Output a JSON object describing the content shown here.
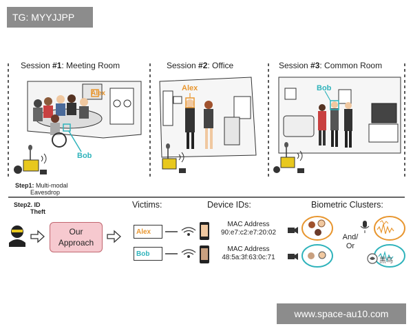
{
  "overlay_tag": "TG: MYYJJPP",
  "watermark": "www.space-au10.com",
  "sessions": [
    {
      "prefix": "Session ",
      "number": "#1",
      "suffix": ": Meeting Room"
    },
    {
      "prefix": "Session ",
      "number": "#2",
      "suffix": ": Office"
    },
    {
      "prefix": "Session ",
      "number": "#3",
      "suffix": ": Common Room"
    }
  ],
  "scene_labels": {
    "alex_1": "Alex",
    "bob_1": "Bob",
    "alex_2": "Alex",
    "bob_3": "Bob"
  },
  "step1": {
    "bold": "Step1:",
    "text1": "Multi-modal",
    "text2": "Eavesdrop"
  },
  "step2": {
    "bold1": "Step2.",
    "bold1b": "ID",
    "bold2": "Theft"
  },
  "approach": {
    "line1": "Our",
    "line2": "Approach"
  },
  "columns": {
    "victims": "Victims:",
    "device_ids": "Device IDs:",
    "biometric": "Biometric Clusters:"
  },
  "victims": [
    {
      "name": "Alex",
      "mac_label": "MAC Address",
      "mac": "90:e7:c2:e7:20:02"
    },
    {
      "name": "Bob",
      "mac_label": "MAC Address",
      "mac": "48:5a:3f:63:0c:71"
    }
  ],
  "and_or": {
    "line1": "And/",
    "line2": "Or"
  },
  "logo_text": "黑鸟",
  "colors": {
    "alex": "#e8962f",
    "bob": "#2fb3bb",
    "approach_fill": "#f6c9cf",
    "approach_border": "#c0656e"
  }
}
